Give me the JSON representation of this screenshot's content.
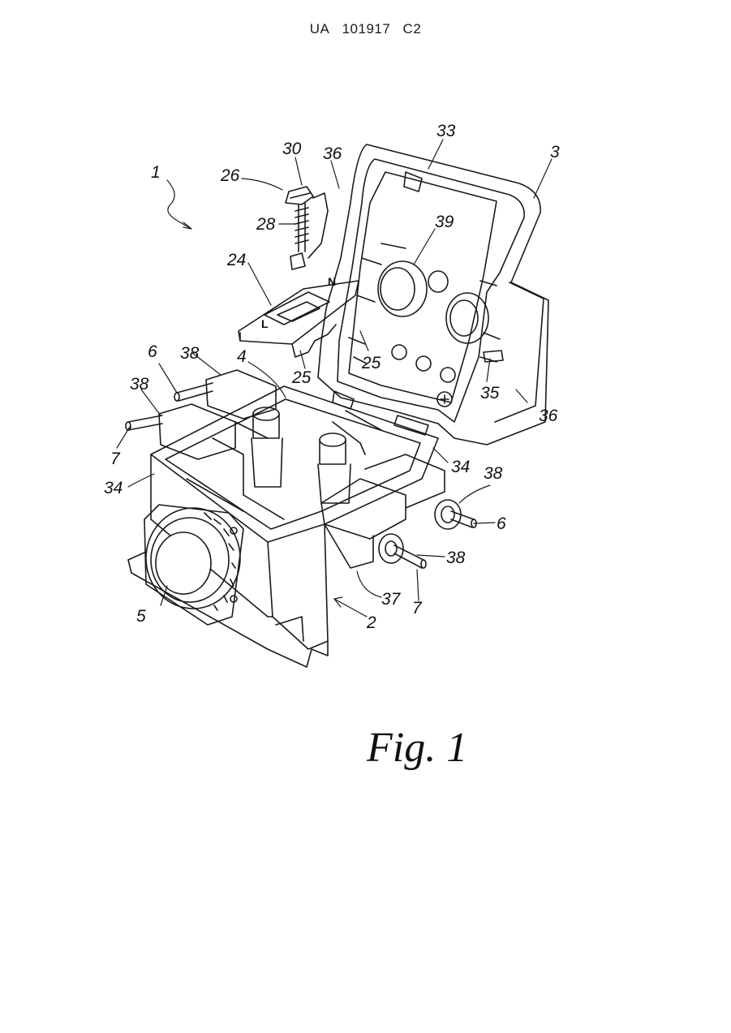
{
  "header": {
    "country_code": "UA",
    "patent_number": "101917",
    "kind_code": "C2"
  },
  "figure": {
    "caption": "Fig. 1",
    "plate_letters": [
      "L",
      "N"
    ],
    "reference_numerals": [
      "1",
      "26",
      "30",
      "36",
      "33",
      "3",
      "28",
      "39",
      "24",
      "25",
      "25",
      "35",
      "6",
      "38",
      "4",
      "38",
      "7",
      "36",
      "34",
      "34",
      "38",
      "6",
      "38",
      "5",
      "37",
      "7",
      "2"
    ]
  }
}
